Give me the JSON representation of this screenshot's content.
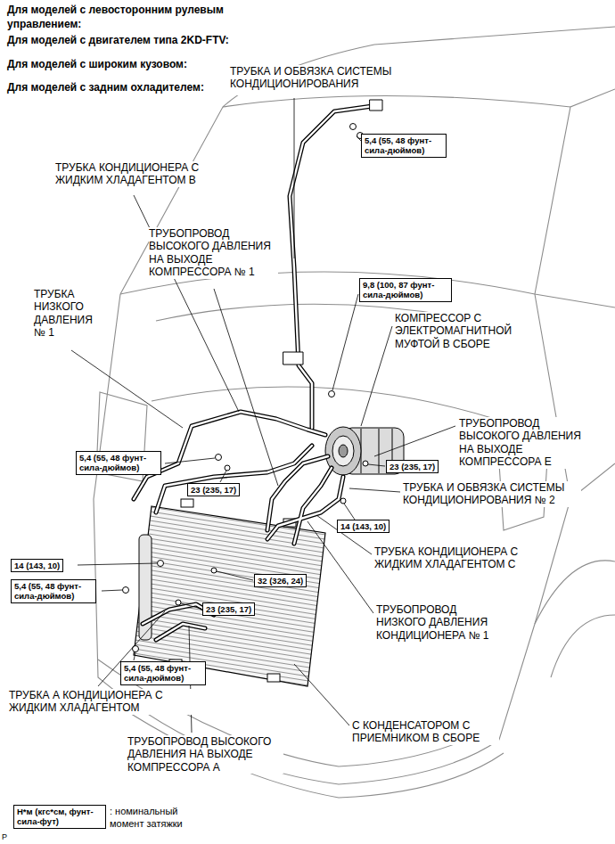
{
  "diagram": {
    "nodes": [
      {
        "text": [
          "5,4 (55, 48 фунт- сила-дюймов)"
        ]
      },
      {
        "text": [
          "9,8 (100, 87 фунт- сила-дюймов)"
        ]
      },
      {
        "text": [
          "5,4 (55, 48 фунт- сила-дюймов)"
        ]
      },
      {
        "text": [
          "23 (235, 17)"
        ]
      },
      {
        "text": [
          "23 (235, 17)"
        ]
      },
      {
        "text": [
          "14 (143, 10)"
        ]
      },
      {
        "text": [
          "14 (143, 10)"
        ]
      },
      {
        "text": [
          "5,4 (55, 48 фунт- сила-дюймов)"
        ]
      },
      {
        "text": [
          "32 (326, 24)"
        ]
      },
      {
        "text": [
          "23 (235, 17)"
        ]
      },
      {
        "text": [
          "5,4 (55, 48 фунт- сила-дюймов)"
        ]
      },
      {
        "text": [
          "Н*м (кгс*см, фунт-сила-фут)",
          ": номинальный момент затяжки"
        ]
      }
    ],
    "labels": [
      "Для моделей с левосторонним рулевым управлением:",
      "Для моделей с двигателем типа 2KD-FTV:",
      "Для моделей с широким кузовом:",
      "Для моделей с задним охладителем:",
      "ТРУБКА И ОБВЯЗКА СИСТЕМЫ КОНДИЦИОНИРОВАНИЯ",
      "ТРУБКА КОНДИЦИОНЕРА С ЖИДКИМ ХЛАДАГЕНТОМ В",
      "ТРУБОПРОВОД ВЫСОКОГО ДАВЛЕНИЯ НА ВЫХОДЕ КОМПРЕССОРА № 1",
      "ТРУБКА НИЗКОГО ДАВЛЕНИЯ № 1",
      "КОМПРЕССОР С ЭЛЕКТРОМАГНИТНОЙ МУФТОЙ В СБОРЕ",
      "ТРУБОПРОВОД ВЫСОКОГО ДАВЛЕНИЯ НА ВЫХОДЕ КОМПРЕССОРА Е",
      "ТРУБКА И ОБВЯЗКА СИСТЕМЫ КОНДИЦИОНИРОВАНИЯ № 2",
      "ТРУБКА КОНДИЦИОНЕРА С ЖИДКИМ ХЛАДАГЕНТОМ С",
      "ТРУБОПРОВОД НИЗКОГО ДАВЛЕНИЯ КОНДИЦИОНЕРА № 1",
      "ТРУБКА А КОНДИЦИОНЕРА С ЖИДКИМ ХЛАДАГЕНТОМ",
      "С КОНДЕНСАТОРОМ С ПРИЕМНИКОМ В СБОРЕ",
      "ТРУБОПРОВОД ВЫСОКОГО ДАВЛЕНИЯ НА ВЫХОДЕ КОМПРЕССОРА А",
      "P"
    ]
  }
}
